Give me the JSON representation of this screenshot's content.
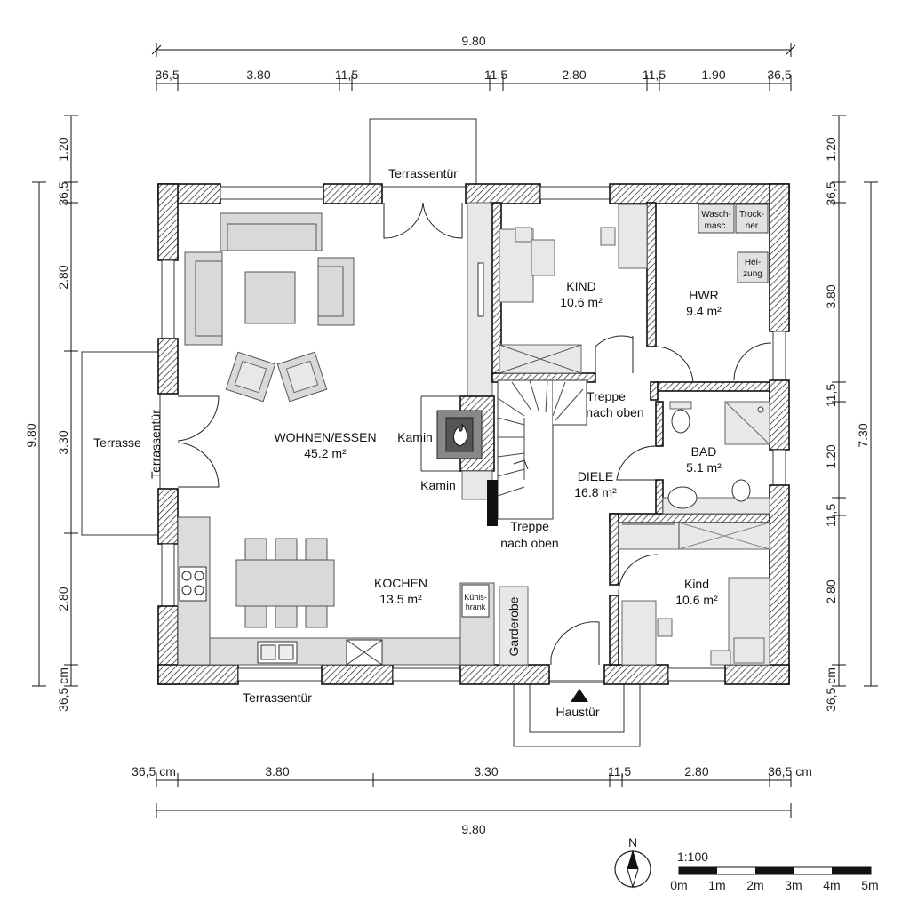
{
  "dimensions": {
    "top_total": "9.80",
    "top_segments": [
      "36,5",
      "3.80",
      "11,5",
      "11,5",
      "2.80",
      "11,5",
      "1.90",
      "36,5"
    ],
    "bottom_segments": [
      "36,5 cm",
      "3.80",
      "3.30",
      "11,5",
      "2.80",
      "36,5 cm"
    ],
    "bottom_total": "9.80",
    "left_total": "9.80",
    "left_segments": [
      "1.20",
      "36,5",
      "2.80",
      "3.30",
      "2.80",
      "36,5 cm"
    ],
    "right_total": "7.30",
    "right_segments": [
      "1.20",
      "36,5",
      "3.80",
      "11,5",
      "1.20",
      "11,5",
      "2.80",
      "36,5 cm"
    ]
  },
  "rooms": {
    "wohnen": {
      "name": "WOHNEN/ESSEN",
      "area": "45.2 m²"
    },
    "kochen": {
      "name": "KOCHEN",
      "area": "13.5 m²"
    },
    "kind1": {
      "name": "KIND",
      "area": "10.6 m²"
    },
    "hwr": {
      "name": "HWR",
      "area": "9.4 m²"
    },
    "bad": {
      "name": "BAD",
      "area": "5.1 m²"
    },
    "diele": {
      "name": "DIELE",
      "area": "16.8 m²"
    },
    "kind2": {
      "name": "Kind",
      "area": "10.6 m²"
    }
  },
  "labels": {
    "terrassentuer_top": "Terrassentür",
    "terrassentuer_left": "Terrassentür",
    "terrassentuer_bottom": "Terrassentür",
    "terrasse": "Terrasse",
    "kamin1": "Kamin",
    "kamin2": "Kamin",
    "treppe1_a": "Treppe",
    "treppe1_b": "nach oben",
    "treppe2_a": "Treppe",
    "treppe2_b": "nach oben",
    "haustuer": "Haustür",
    "garderobe": "Garderobe",
    "kuehl_a": "Kühls-",
    "kuehl_b": "hrank",
    "wasch_a": "Wasch-",
    "wasch_b": "masc.",
    "trock_a": "Trock-",
    "trock_b": "ner",
    "heiz_a": "Hei-",
    "heiz_b": "zung"
  },
  "north": "N",
  "scale": {
    "ratio": "1:100",
    "ticks": [
      "0m",
      "1m",
      "2m",
      "3m",
      "4m",
      "5m"
    ]
  }
}
